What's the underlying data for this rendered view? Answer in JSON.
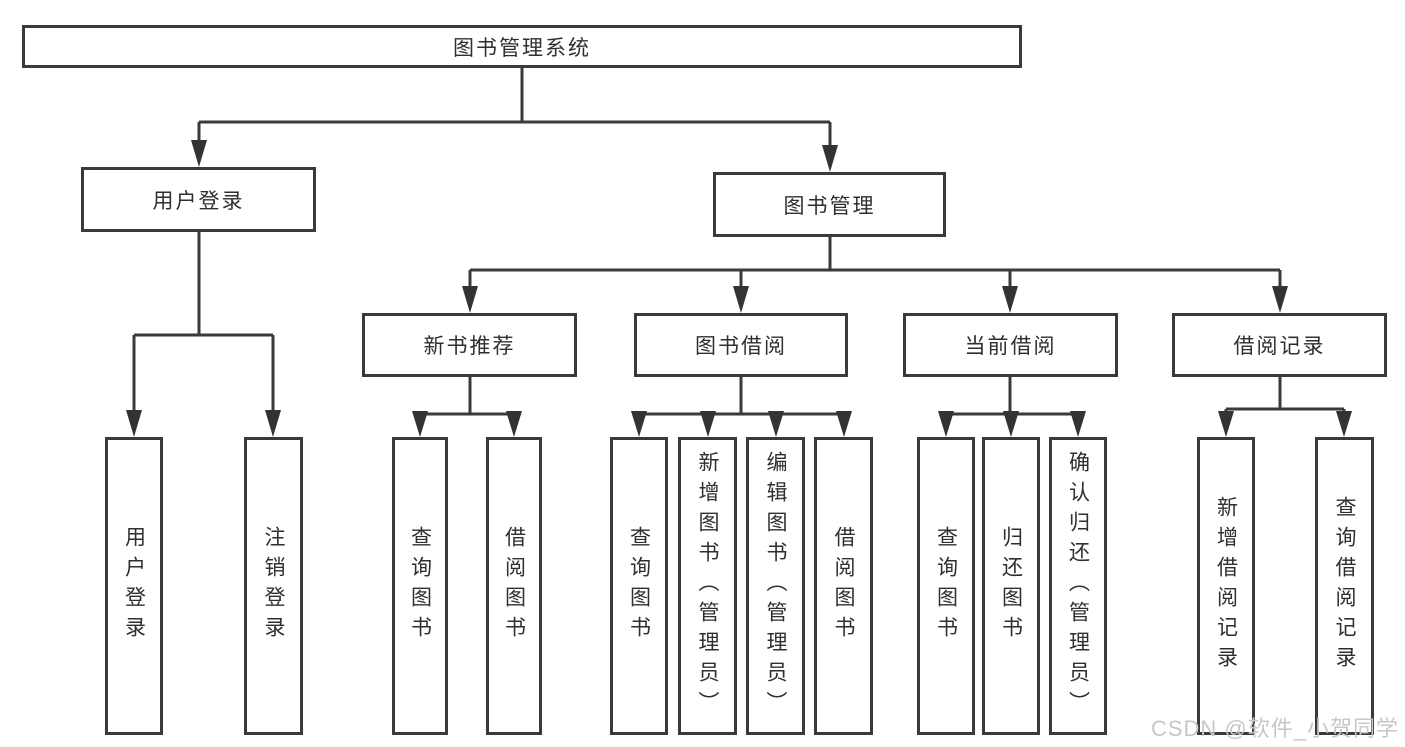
{
  "tree": {
    "root": {
      "label": "图书管理系统"
    },
    "level2": [
      {
        "label": "用户登录"
      },
      {
        "label": "图书管理"
      }
    ],
    "level3": [
      {
        "label": "新书推荐"
      },
      {
        "label": "图书借阅"
      },
      {
        "label": "当前借阅"
      },
      {
        "label": "借阅记录"
      }
    ],
    "leaves": {
      "user_login": [
        {
          "label": "用户登录"
        },
        {
          "label": "注销登录"
        }
      ],
      "new_book": [
        {
          "label": "查询图书"
        },
        {
          "label": "借阅图书"
        }
      ],
      "book_borrow": [
        {
          "label": "查询图书"
        },
        {
          "label": "新增图书（管理员）"
        },
        {
          "label": "编辑图书（管理员）"
        },
        {
          "label": "借阅图书"
        }
      ],
      "current_borrow": [
        {
          "label": "查询图书"
        },
        {
          "label": "归还图书"
        },
        {
          "label": "确认归还（管理员）"
        }
      ],
      "borrow_record": [
        {
          "label": "新增借阅记录"
        },
        {
          "label": "查询借阅记录"
        }
      ]
    }
  },
  "watermark": {
    "text": "CSDN @软件_小贺同学"
  },
  "colors": {
    "line": "#3a3a3a",
    "text": "#2f2f2f",
    "watermark": "#c7c7c7"
  }
}
